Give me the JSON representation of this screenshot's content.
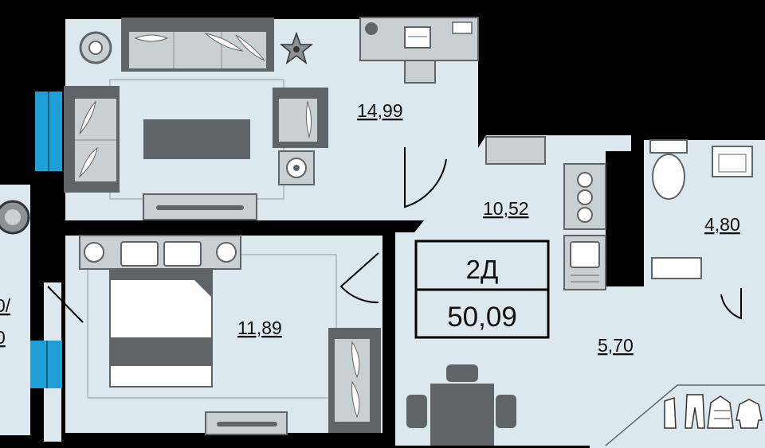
{
  "apartment": {
    "type": "2Д",
    "total_area": "50,09"
  },
  "rooms": {
    "living_room_area": "14,99",
    "bedroom_area": "11,89",
    "kitchen_area": "10,52",
    "bathroom_area": "4,80",
    "hallway_area": "5,70"
  },
  "balcony": {
    "area_line1": "0/",
    "area_line2": "0"
  },
  "colors": {
    "floor": "#dde8ee",
    "wall": "#000000",
    "furniture_dark": "#5f6468",
    "furniture_mid": "#8b9196",
    "furniture_light": "#c9d0d4",
    "window": "#1ea0d6"
  }
}
